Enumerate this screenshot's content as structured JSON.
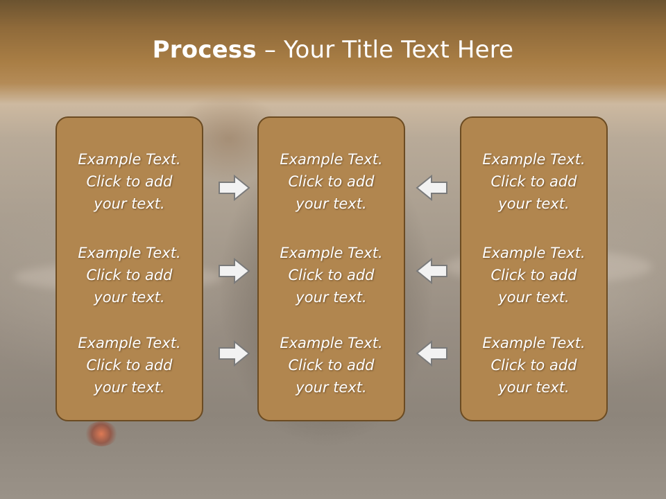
{
  "title": {
    "bold": "Process",
    "dash": " – ",
    "rest": "Your Title Text Here"
  },
  "columns": [
    {
      "items": [
        {
          "line1": "Example Text.",
          "line2": "Click  to add",
          "line3": "your text."
        },
        {
          "line1": "Example Text.",
          "line2": "Click  to add",
          "line3": "your text."
        },
        {
          "line1": "Example Text.",
          "line2": "Click  to add",
          "line3": "your text."
        }
      ]
    },
    {
      "items": [
        {
          "line1": "Example Text.",
          "line2": "Click  to add",
          "line3": "your text."
        },
        {
          "line1": "Example Text.",
          "line2": "Click  to add",
          "line3": "your text."
        },
        {
          "line1": "Example Text.",
          "line2": "Click  to add",
          "line3": "your text."
        }
      ]
    },
    {
      "items": [
        {
          "line1": "Example Text.",
          "line2": "Click  to add",
          "line3": "your text."
        },
        {
          "line1": "Example Text.",
          "line2": "Click  to add",
          "line3": "your text."
        },
        {
          "line1": "Example Text.",
          "line2": "Click  to add",
          "line3": "your text."
        }
      ]
    }
  ],
  "arrows": {
    "left_group": "arrow-right-icon",
    "right_group": "arrow-left-icon"
  },
  "colors": {
    "box_fill": "#b1864f",
    "box_border": "#6b4b22",
    "header_band": "#a97e45",
    "text": "#ffffff"
  }
}
